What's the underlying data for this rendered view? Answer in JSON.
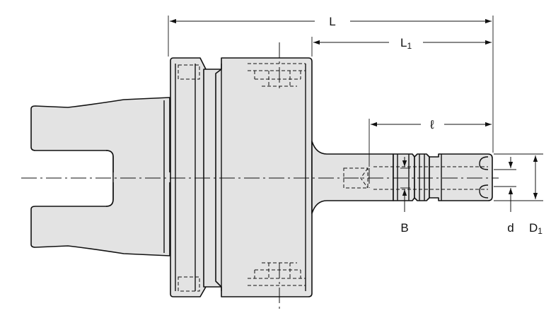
{
  "labels": {
    "L": "L",
    "L1_main": "L",
    "L1_sub": "1",
    "l": "ℓ",
    "B": "B",
    "d": "d",
    "D1_main": "D",
    "D1_sub": "1"
  }
}
